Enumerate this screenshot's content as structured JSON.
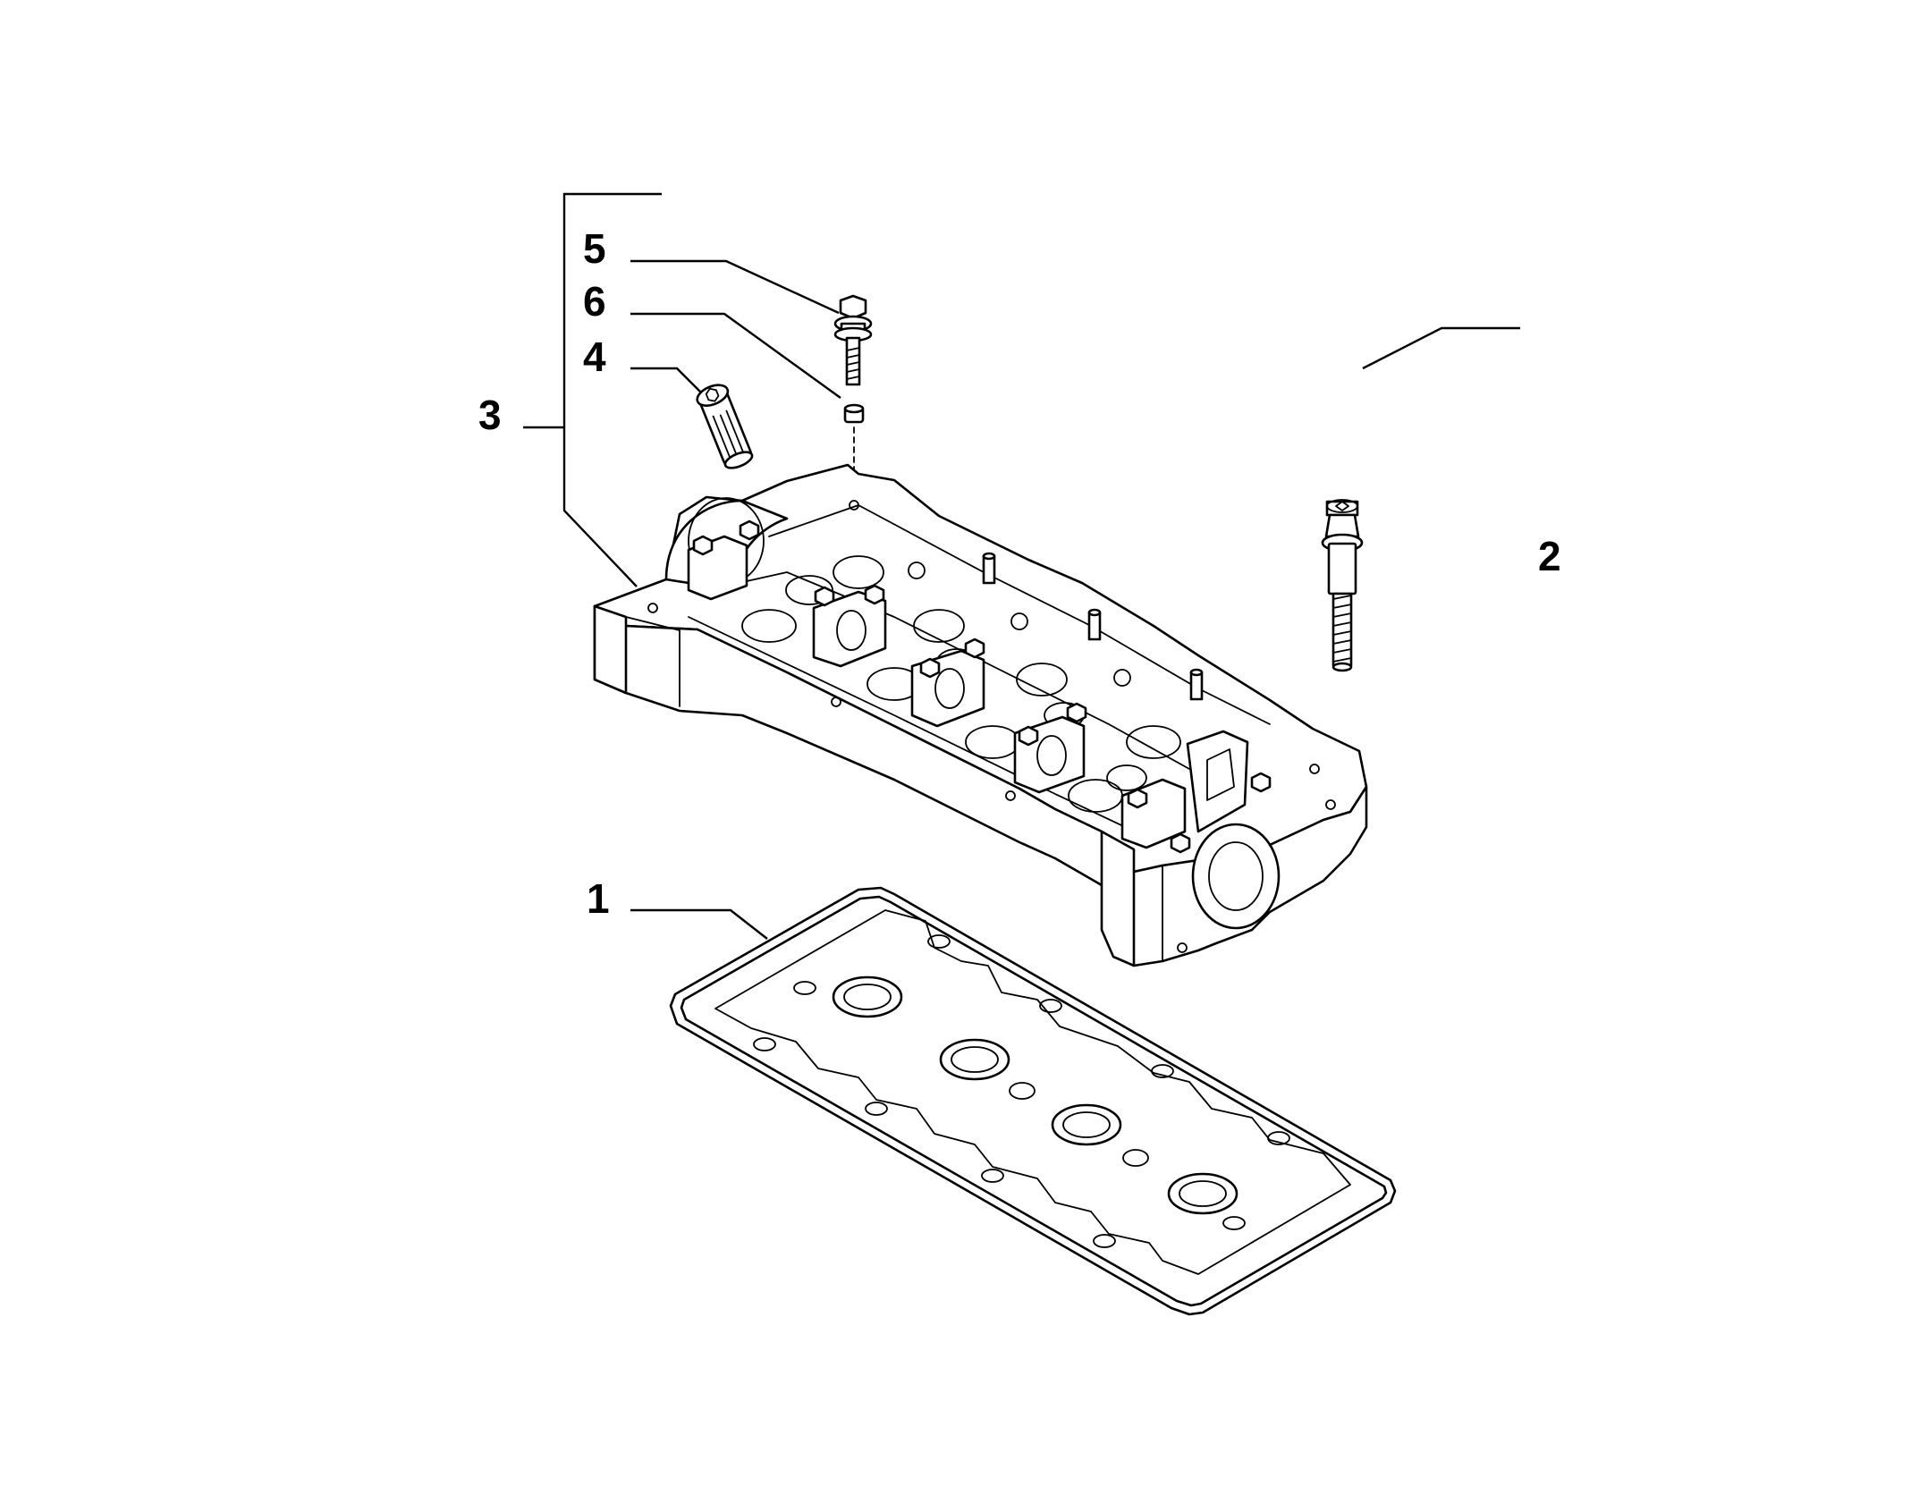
{
  "diagram": {
    "callouts": [
      {
        "id": "1",
        "label": "1",
        "part": "cylinder-head-cover-gasket"
      },
      {
        "id": "2",
        "label": "2",
        "part": "long-head-bolt"
      },
      {
        "id": "3",
        "label": "3",
        "part": "camshaft-carrier-assembly"
      },
      {
        "id": "4",
        "label": "4",
        "part": "socket-screw"
      },
      {
        "id": "5",
        "label": "5",
        "part": "flange-bolt"
      },
      {
        "id": "6",
        "label": "6",
        "part": "dowel-sleeve"
      }
    ]
  }
}
